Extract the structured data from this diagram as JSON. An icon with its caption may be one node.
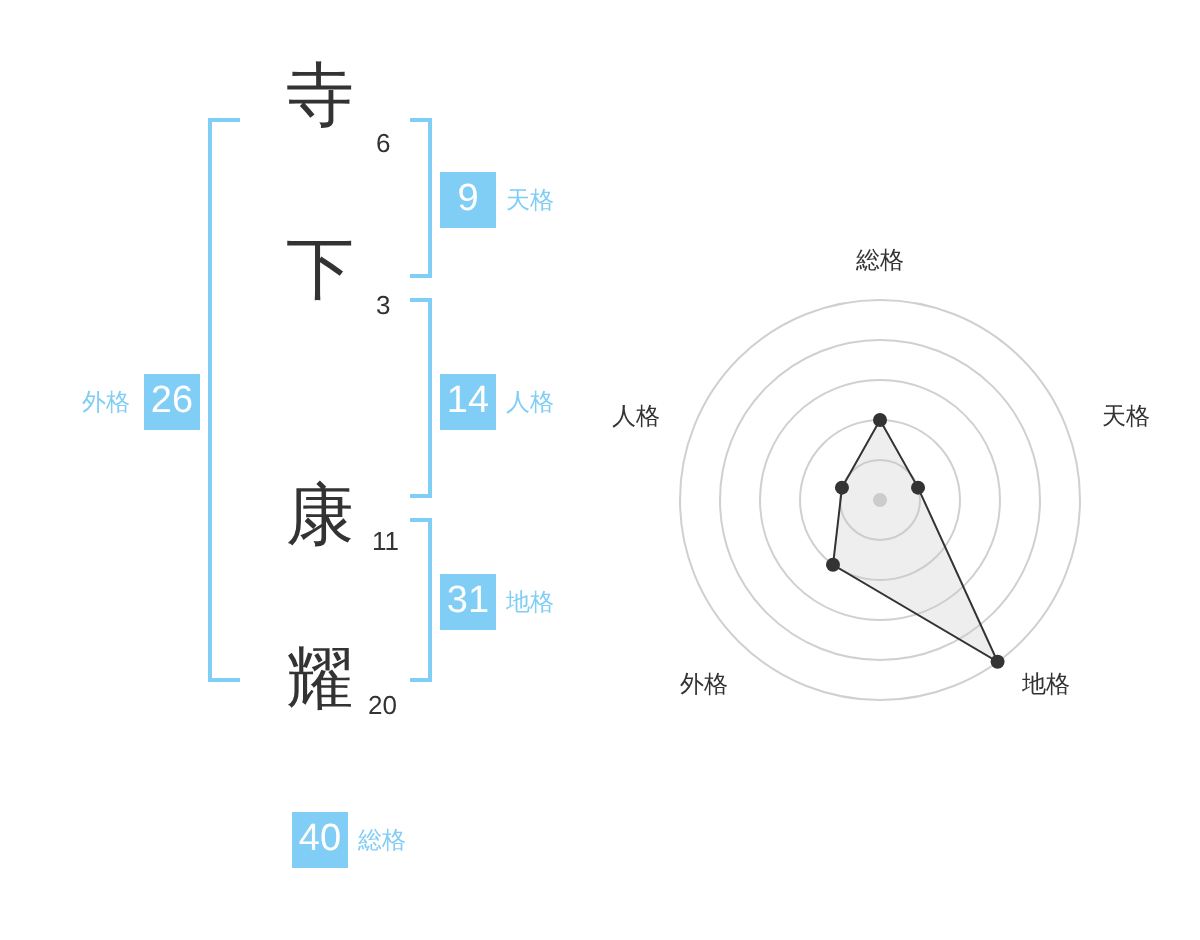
{
  "diagram": {
    "nodes": [
      {
        "text": [
          "9"
        ],
        "beside": [
          "天格"
        ]
      },
      {
        "text": [
          "26"
        ],
        "beside": [
          "外格"
        ]
      },
      {
        "text": [
          "14"
        ],
        "beside": [
          "人格"
        ]
      },
      {
        "text": [
          "31"
        ],
        "beside": [
          "地格"
        ]
      },
      {
        "text": [
          "40"
        ],
        "beside": [
          "総格"
        ]
      }
    ],
    "labels": [
      "寺",
      "6",
      "下",
      "3",
      "康",
      "11",
      "耀",
      "20",
      "総格",
      "人格",
      "天格",
      "外格",
      "地格"
    ]
  }
}
